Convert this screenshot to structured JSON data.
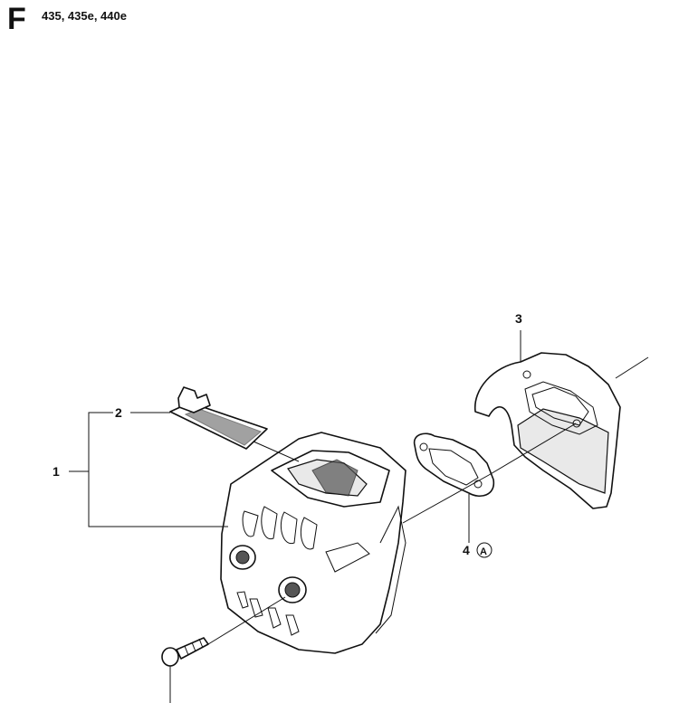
{
  "header": {
    "section_letter": "F",
    "models": "435, 435e, 440e"
  },
  "callouts": [
    {
      "id": "1",
      "label": "1"
    },
    {
      "id": "2",
      "label": "2"
    },
    {
      "id": "3",
      "label": "3"
    },
    {
      "id": "4",
      "label": "4"
    }
  ],
  "reference_marker": "A"
}
